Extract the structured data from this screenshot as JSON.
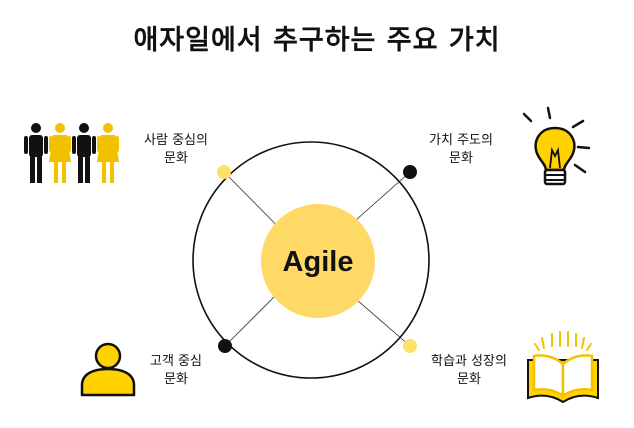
{
  "title": "애자일에서 추구하는 주요 가치",
  "center_label": "Agile",
  "values": {
    "people": {
      "line1": "사람 중심의",
      "line2": "문화"
    },
    "value": {
      "line1": "가치 주도의",
      "line2": "문화"
    },
    "customer": {
      "line1": "고객 중심",
      "line2": "문화"
    },
    "learning": {
      "line1": "학습과 성장의",
      "line2": "문화"
    }
  },
  "colors": {
    "accent": "#FFD966",
    "accent_dark": "#F2C200",
    "dot_yellow": "#FFE066",
    "black": "#111111"
  },
  "icons": {
    "people": "people-group-icon",
    "value": "light-bulb-icon",
    "customer": "person-icon",
    "learning": "open-book-icon"
  }
}
